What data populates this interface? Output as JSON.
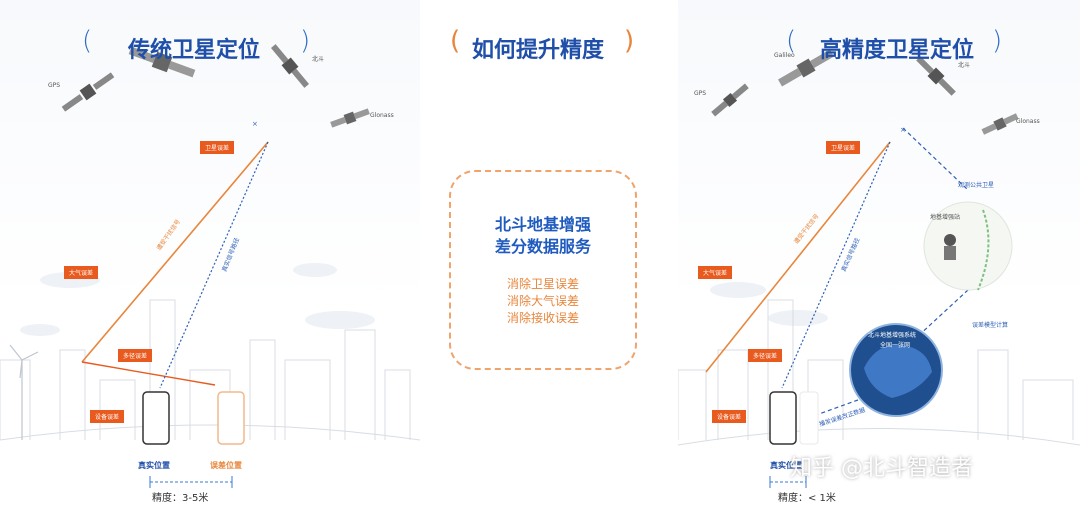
{
  "left": {
    "title": "传统卫星定位",
    "satellites": [
      "GPS",
      "北斗",
      "Glonass"
    ],
    "error_tags": [
      "卫星误差",
      "大气误差",
      "多径误差",
      "设备误差"
    ],
    "path_labels": {
      "interfered": "遭受干扰信号",
      "real": "真实信号路径"
    },
    "positions": {
      "true": "真实位置",
      "error": "误差位置"
    },
    "accuracy": "精度：3-5米"
  },
  "center": {
    "title": "如何提升精度",
    "box_title_line1": "北斗地基增强",
    "box_title_line2": "差分数据服务",
    "items": [
      "消除卫星误差",
      "消除大气误差",
      "消除接收误差"
    ]
  },
  "right": {
    "title": "高精度卫星定位",
    "satellites": [
      "Galileo",
      "北斗",
      "GPS",
      "Glonass"
    ],
    "error_tags": [
      "卫星误差",
      "大气误差",
      "多径误差",
      "设备误差"
    ],
    "path_labels": {
      "interfered": "遭受干扰信号",
      "real": "真实信号路径"
    },
    "annotations": {
      "observe": "观测公共卫星",
      "station": "地基增强站",
      "model": "误差模型计算",
      "network_line1": "北斗地基增强系统",
      "network_line2": "全国一张网",
      "broadcast": "播发误差改正数据"
    },
    "positions": {
      "true": "真实位置"
    },
    "accuracy": "精度：< 1米"
  },
  "watermark": "知乎 @北斗智造者",
  "colors": {
    "blue": "#1f4fa8",
    "orange": "#e8863c",
    "tag": "#e85a1e"
  }
}
